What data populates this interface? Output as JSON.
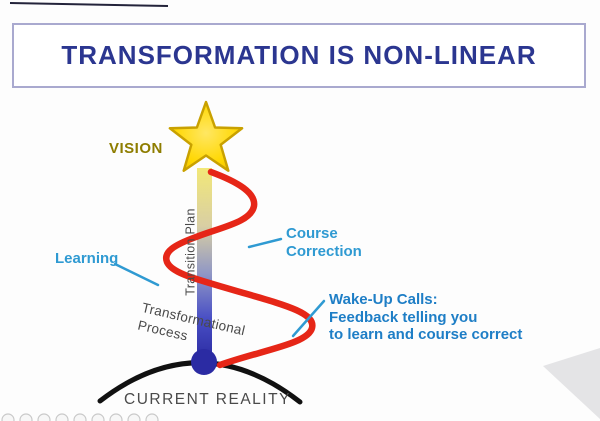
{
  "title": {
    "text": "TRANSFORMATION IS NON-LINEAR"
  },
  "diagram": {
    "vision_label": "VISION",
    "transition_plan_label": "Transition Plan",
    "transformational_process_label": "Transformational\nProcess",
    "learning_label": "Learning",
    "course_correction_label": "Course\nCorrection",
    "wake_up_label": "Wake-Up Calls:\nFeedback telling you\nto learn and course correct",
    "current_reality_label": "CURRENT REALITY"
  },
  "colors": {
    "title_text": "#2b3690",
    "title_border": "#a9a9cf",
    "vision_text": "#8e7d00",
    "star_fill": "#ffd700",
    "star_stroke": "#c9a100",
    "spiral_red": "#e62617",
    "callout_blue": "#2f9ad2",
    "wake_up_blue": "#1e7ec6",
    "bar_gradient_top": "#f2e878",
    "bar_gradient_bottom": "#2b2ba3",
    "arc_black": "#111111",
    "gray_text": "#4a4a4a",
    "corner_wedge": "#e4e4e6"
  }
}
